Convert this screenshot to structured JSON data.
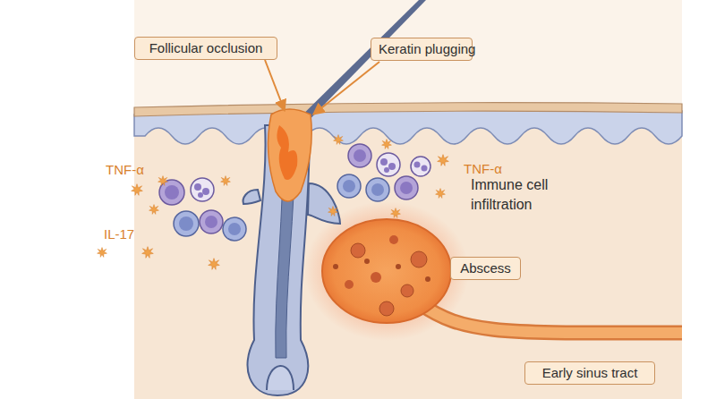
{
  "diagram": {
    "nodes": [
      {
        "text": [
          "Follicular occlusion"
        ]
      },
      {
        "text": [
          "Keratin plugging"
        ]
      },
      {
        "text": [
          "Abscess"
        ]
      },
      {
        "text": [
          "Early sinus tract"
        ]
      }
    ],
    "labels": [
      "TNF-α",
      "TNF-α",
      "Immune cell infiltration",
      "IL-17"
    ]
  }
}
